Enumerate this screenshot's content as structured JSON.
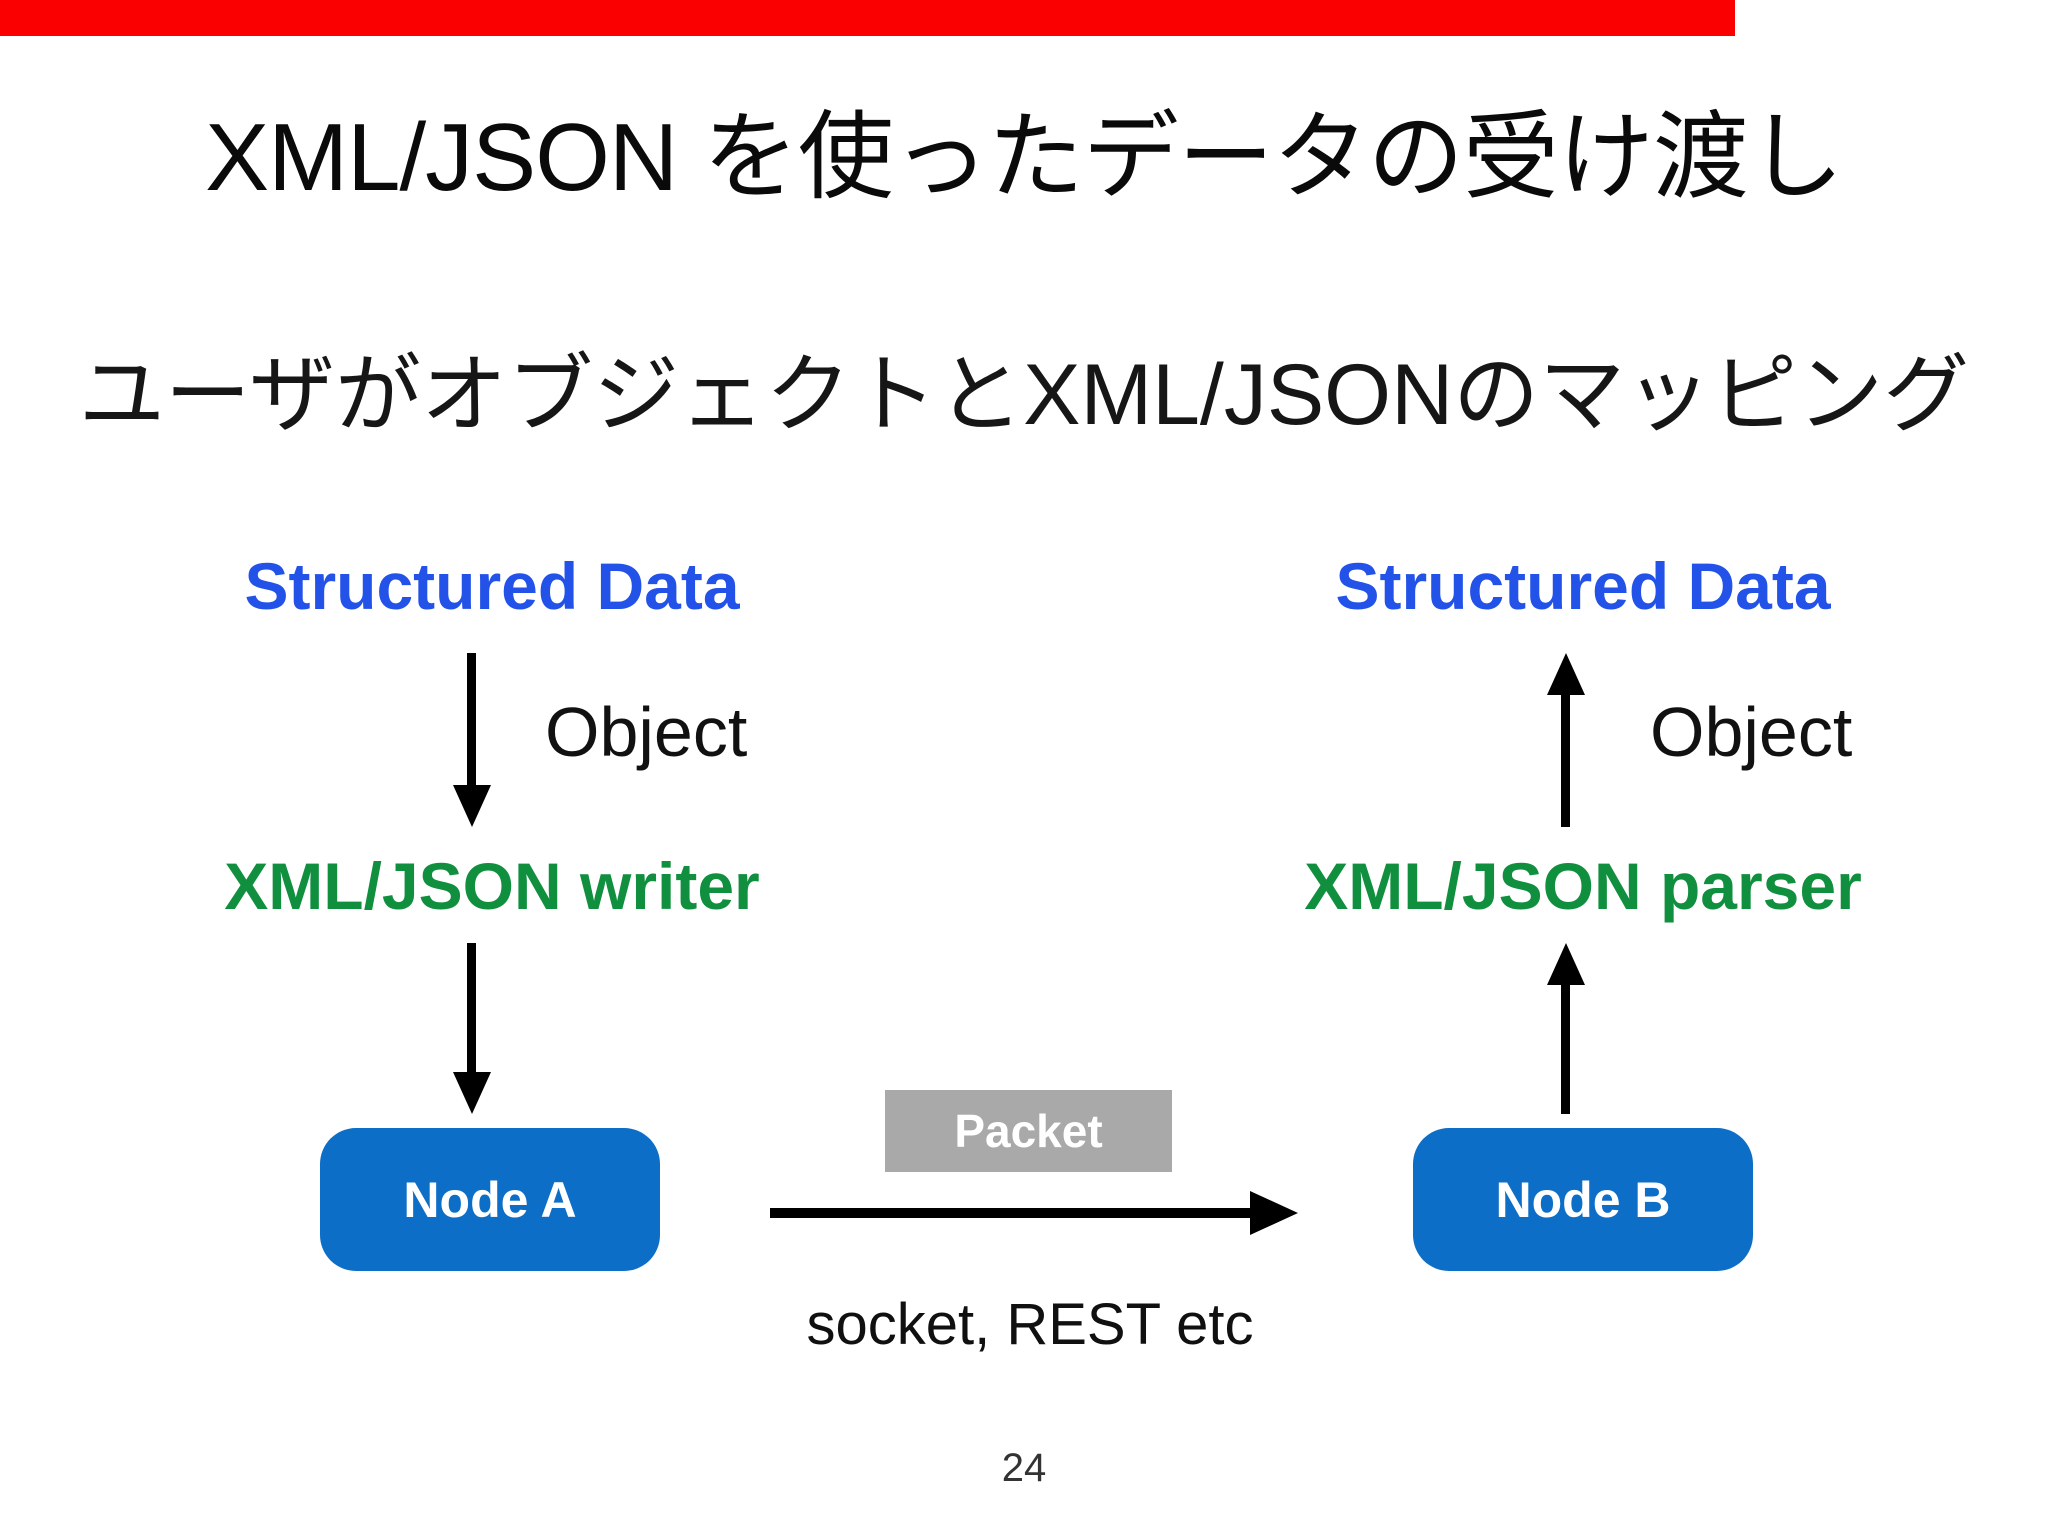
{
  "slide": {
    "title": "XML/JSON を使ったデータの受け渡し",
    "subtitle": "ユーザがオブジェクトとXML/JSONのマッピング",
    "page_number": "24"
  },
  "left_flow": {
    "source_label": "Structured Data",
    "arrow_label": "Object",
    "processor_label": "XML/JSON writer",
    "node_label": "Node A"
  },
  "right_flow": {
    "source_label": "Structured Data",
    "arrow_label": "Object",
    "processor_label": "XML/JSON parser",
    "node_label": "Node B"
  },
  "channel": {
    "packet_label": "Packet",
    "transport_label": "socket, REST etc"
  },
  "colors": {
    "progress_red": "#FB0000",
    "data_blue": "#2352E8",
    "process_green": "#108F3E",
    "node_blue": "#0C6EC6",
    "packet_gray": "#A9A9A9"
  }
}
